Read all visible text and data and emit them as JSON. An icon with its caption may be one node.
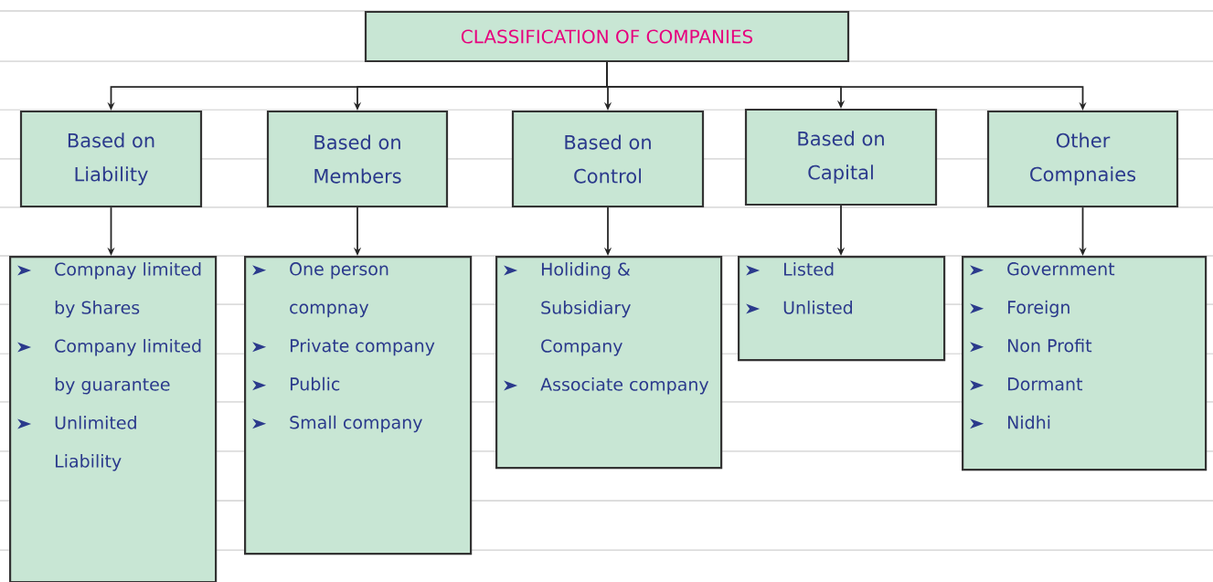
{
  "diagram": {
    "nodes": [
      {
        "text": [
          "CLASSIFICATION OF COMPANIES"
        ]
      },
      {
        "text": [
          "Based on Liability"
        ]
      },
      {
        "text": [
          "Based on Members"
        ]
      },
      {
        "text": [
          "Based on Control"
        ]
      },
      {
        "text": [
          "Based on Capital"
        ]
      },
      {
        "text": [
          "Other Compnaies"
        ]
      },
      {
        "text": [
          "Compnay limited by Shares",
          "Company limited by guarantee",
          "Unlimited Liability"
        ]
      },
      {
        "text": [
          "One person compnay",
          "Private company",
          "Public",
          "Small company"
        ]
      },
      {
        "text": [
          "Holiding & Subsidiary Company",
          "Associate company"
        ]
      },
      {
        "text": [
          "Listed",
          "Unlisted"
        ]
      },
      {
        "text": [
          "Government",
          "Foreign",
          "Non Profit",
          "Dormant",
          "Nidhi"
        ]
      }
    ],
    "edges": [
      {
        "from": 0,
        "to": 1,
        "arrow": "to"
      },
      {
        "from": 0,
        "to": 2,
        "arrow": "to"
      },
      {
        "from": 0,
        "to": 3,
        "arrow": "to"
      },
      {
        "from": 0,
        "to": 4,
        "arrow": "to"
      },
      {
        "from": 0,
        "to": 5,
        "arrow": "to"
      },
      {
        "from": 1,
        "to": 6,
        "arrow": "to"
      },
      {
        "from": 2,
        "to": 7,
        "arrow": "to"
      },
      {
        "from": 3,
        "to": 8,
        "arrow": "to"
      },
      {
        "from": 4,
        "to": 9,
        "arrow": "to"
      },
      {
        "from": 5,
        "to": 10,
        "arrow": "to"
      }
    ]
  }
}
